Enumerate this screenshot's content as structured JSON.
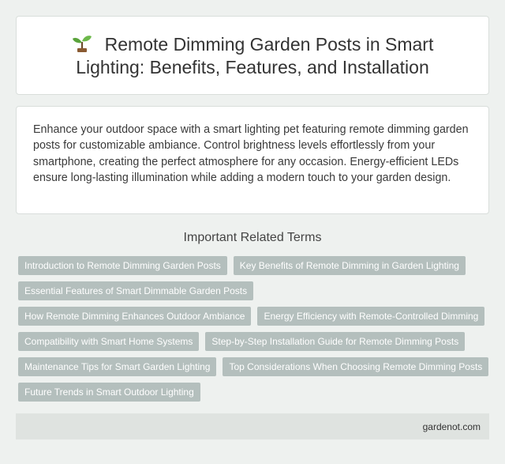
{
  "header": {
    "icon": "sprout-icon",
    "title": "Remote Dimming Garden Posts in Smart Lighting: Benefits, Features, and Installation"
  },
  "description": "Enhance your outdoor space with a smart lighting pet featuring remote dimming garden posts for customizable ambiance. Control brightness levels effortlessly from your smartphone, creating the perfect atmosphere for any occasion. Energy-efficient LEDs ensure long-lasting illumination while adding a modern touch to your garden design.",
  "related": {
    "heading": "Important Related Terms",
    "terms": [
      "Introduction to Remote Dimming Garden Posts",
      "Key Benefits of Remote Dimming in Garden Lighting",
      "Essential Features of Smart Dimmable Garden Posts",
      "How Remote Dimming Enhances Outdoor Ambiance",
      "Energy Efficiency with Remote-Controlled Dimming",
      "Compatibility with Smart Home Systems",
      "Step-by-Step Installation Guide for Remote Dimming Posts",
      "Maintenance Tips for Smart Garden Lighting",
      "Top Considerations When Choosing Remote Dimming Posts",
      "Future Trends in Smart Outdoor Lighting"
    ]
  },
  "footer": {
    "site": "gardenot.com"
  },
  "colors": {
    "background": "#eef1ef",
    "card": "#ffffff",
    "tag": "#b4bfbd",
    "footer": "#dfe3e0"
  }
}
